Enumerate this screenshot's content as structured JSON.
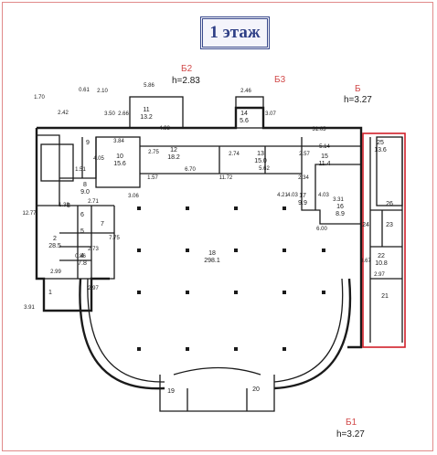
{
  "title": "1 этаж",
  "sections": [
    {
      "id": "b2",
      "label": "Б2",
      "height": "h=2.83"
    },
    {
      "id": "b3",
      "label": "Б3"
    },
    {
      "id": "b",
      "label": "Б",
      "height": "h=3.27"
    },
    {
      "id": "b1",
      "label": "Б1",
      "height": "h=3.27"
    }
  ],
  "rooms": [
    {
      "num": "1",
      "area": ""
    },
    {
      "num": "2",
      "area": "28.5"
    },
    {
      "num": "3",
      "area": ""
    },
    {
      "num": "4",
      "area": "7.8"
    },
    {
      "num": "5",
      "area": ""
    },
    {
      "num": "6",
      "area": ""
    },
    {
      "num": "7",
      "area": ""
    },
    {
      "num": "8",
      "area": "9.0"
    },
    {
      "num": "9",
      "area": ""
    },
    {
      "num": "10",
      "area": "15.6"
    },
    {
      "num": "11",
      "area": "13.2"
    },
    {
      "num": "12",
      "area": "18.2"
    },
    {
      "num": "13",
      "area": "15.0"
    },
    {
      "num": "14",
      "area": "5.6"
    },
    {
      "num": "15",
      "area": "11.4"
    },
    {
      "num": "16",
      "area": "8.9"
    },
    {
      "num": "17",
      "area": "9.9"
    },
    {
      "num": "18",
      "area": "298.1"
    },
    {
      "num": "19",
      "area": ""
    },
    {
      "num": "20",
      "area": ""
    },
    {
      "num": "21",
      "area": ""
    },
    {
      "num": "22",
      "area": "10.8"
    },
    {
      "num": "23",
      "area": ""
    },
    {
      "num": "24",
      "area": ""
    },
    {
      "num": "25",
      "area": "13.6"
    },
    {
      "num": "26",
      "area": ""
    }
  ],
  "dimensions": [
    "1.70",
    "0.61",
    "2.10",
    "5.86",
    "2.42",
    "3.50",
    "2.66",
    "4.98",
    "2.46",
    "3.07",
    "31.05",
    "3.84",
    "2.75",
    "4.05",
    "1.51",
    "6.70",
    "11.72",
    "2.74",
    "5.62",
    "5.14",
    "2.57",
    "2.34",
    "1.57",
    "3.06",
    "4.21",
    "4.03",
    "4.03",
    "3.31",
    "6.00",
    "12.77",
    "1.38",
    "2.71",
    "2.73",
    "7.75",
    "0.86",
    "2.99",
    "2.97",
    "3.91",
    "3.67",
    "2.97"
  ],
  "colors": {
    "line": "#1a1a1a",
    "highlight": "#d0202a",
    "label": "#d24a4a",
    "stamp": "#2f3f86"
  }
}
